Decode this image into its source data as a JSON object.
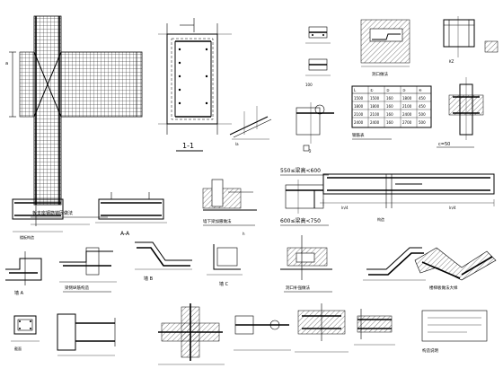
{
  "labels": {
    "section_1_1": "1-1",
    "section_aa": "A-A",
    "range_a": "550≤梁高<600",
    "range_b": "600≤梁高<750",
    "range_c": "c=50",
    "caption_slab_mesh": "板支座钢筋锚固做法",
    "caption_wall_joint": "墙下梁加腋做法",
    "caption_beam_side": "梁侧纵筋构造",
    "caption_opening": "洞口补强做法",
    "caption_stair": "楼梯板做法大样",
    "caption_table": "钢筋表",
    "caption_misc": "构造说明",
    "mark_a": "墙 A",
    "mark_b": "墙 B",
    "mark_c": "墙 C"
  },
  "table": {
    "headers": [
      "L",
      "①",
      "②",
      "③",
      "④"
    ],
    "rows": [
      [
        "1500",
        "1500",
        "160",
        "1800",
        "450"
      ],
      [
        "1800",
        "1800",
        "160",
        "2100",
        "450"
      ],
      [
        "2100",
        "2100",
        "160",
        "2400",
        "500"
      ],
      [
        "2400",
        "2400",
        "160",
        "2700",
        "500"
      ]
    ]
  }
}
